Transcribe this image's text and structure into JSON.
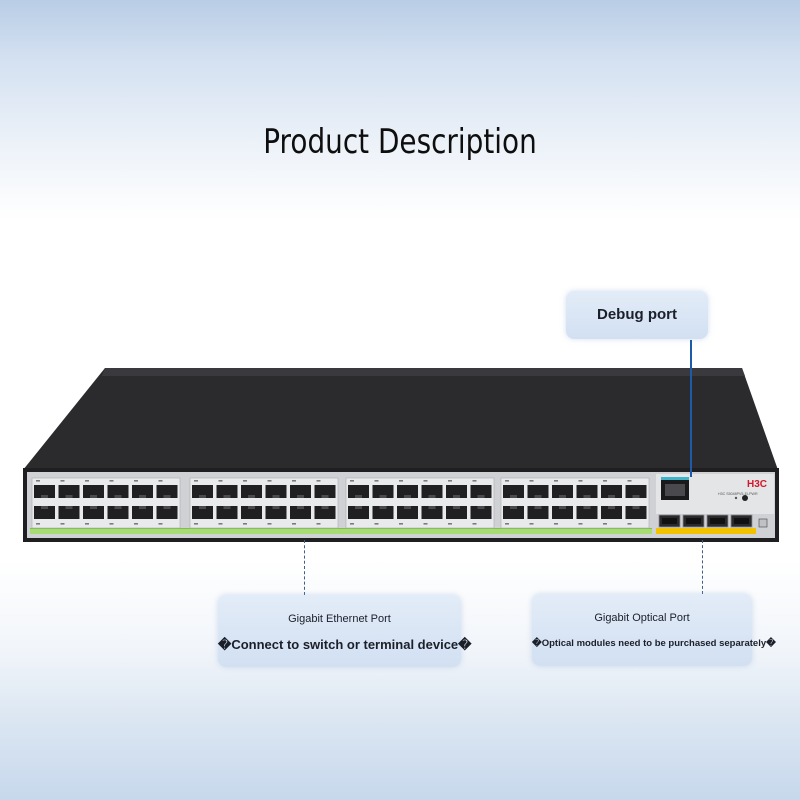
{
  "header": {
    "title": "Product Description"
  },
  "callouts": {
    "debug": {
      "label": "Debug port"
    },
    "ethernet": {
      "title": "Gigabit Ethernet Port",
      "subtitle": "�Connect to switch or terminal device�"
    },
    "optical": {
      "title": "Gigabit Optical Port",
      "subtitle": "�Optical modules need to be purchased separately�"
    }
  },
  "device": {
    "brand": "H3C",
    "model_text": "H3C S5048PV5-EI-PWR",
    "rj45_groups": 4,
    "rj45_ports_per_row": 6,
    "rj45_rows": 2,
    "sfp_ports": 4,
    "console_ports": 1,
    "colors": {
      "chassis": "#2a2a2c",
      "panel": "#d9dadc",
      "accent_green": "#9fd86a",
      "accent_yellow": "#f2c200",
      "brand_red": "#d0182b"
    }
  }
}
